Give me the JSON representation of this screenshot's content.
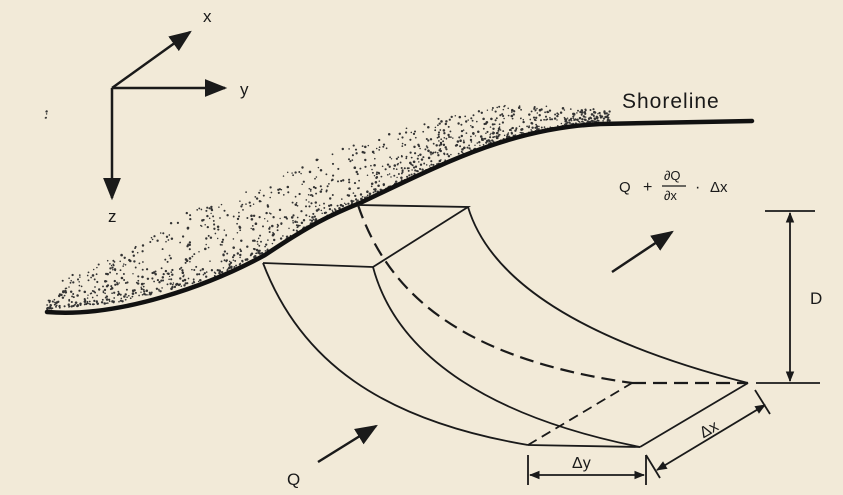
{
  "axes": {
    "x_label": "x",
    "y_label": "y",
    "z_label": "z"
  },
  "shoreline_label": "Shoreline",
  "flux_in_label": "Q",
  "flux_out_label": {
    "q1": "Q",
    "plus": "+",
    "num": "∂Q",
    "den": "∂x",
    "dot": "·",
    "dx": "Δx"
  },
  "depth_label": "D",
  "dy_label": "Δy",
  "dx_label": "Δx",
  "colors": {
    "paper": "#f2ead8",
    "ink": "#1a1a1a"
  }
}
